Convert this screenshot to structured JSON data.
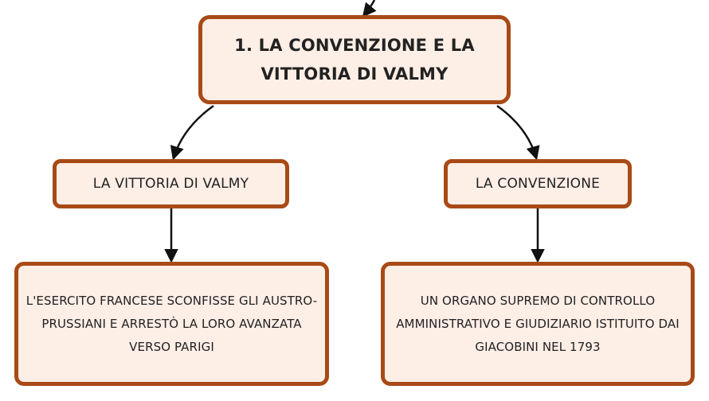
{
  "nodes": {
    "main": "1. LA CONVENZIONE E LA VITTORIA DI VALMY",
    "left_mid": "LA VITTORIA DI VALMY",
    "right_mid": "LA CONVENZIONE",
    "left_leaf": "L'ESERCITO FRANCESE SCONFISSE GLI AUSTRO-PRUSSIANI E ARRESTÒ LA LORO AVANZATA VERSO PARIGI",
    "right_leaf": "UN ORGANO SUPREMO DI CONTROLLO AMMINISTRATIVO E GIUDIZIARIO ISTITUITO DAI GIACOBINI NEL 1793"
  },
  "colors": {
    "node_fill": "#fdeee6",
    "node_border": "#a84a16",
    "connector": "#111111"
  }
}
